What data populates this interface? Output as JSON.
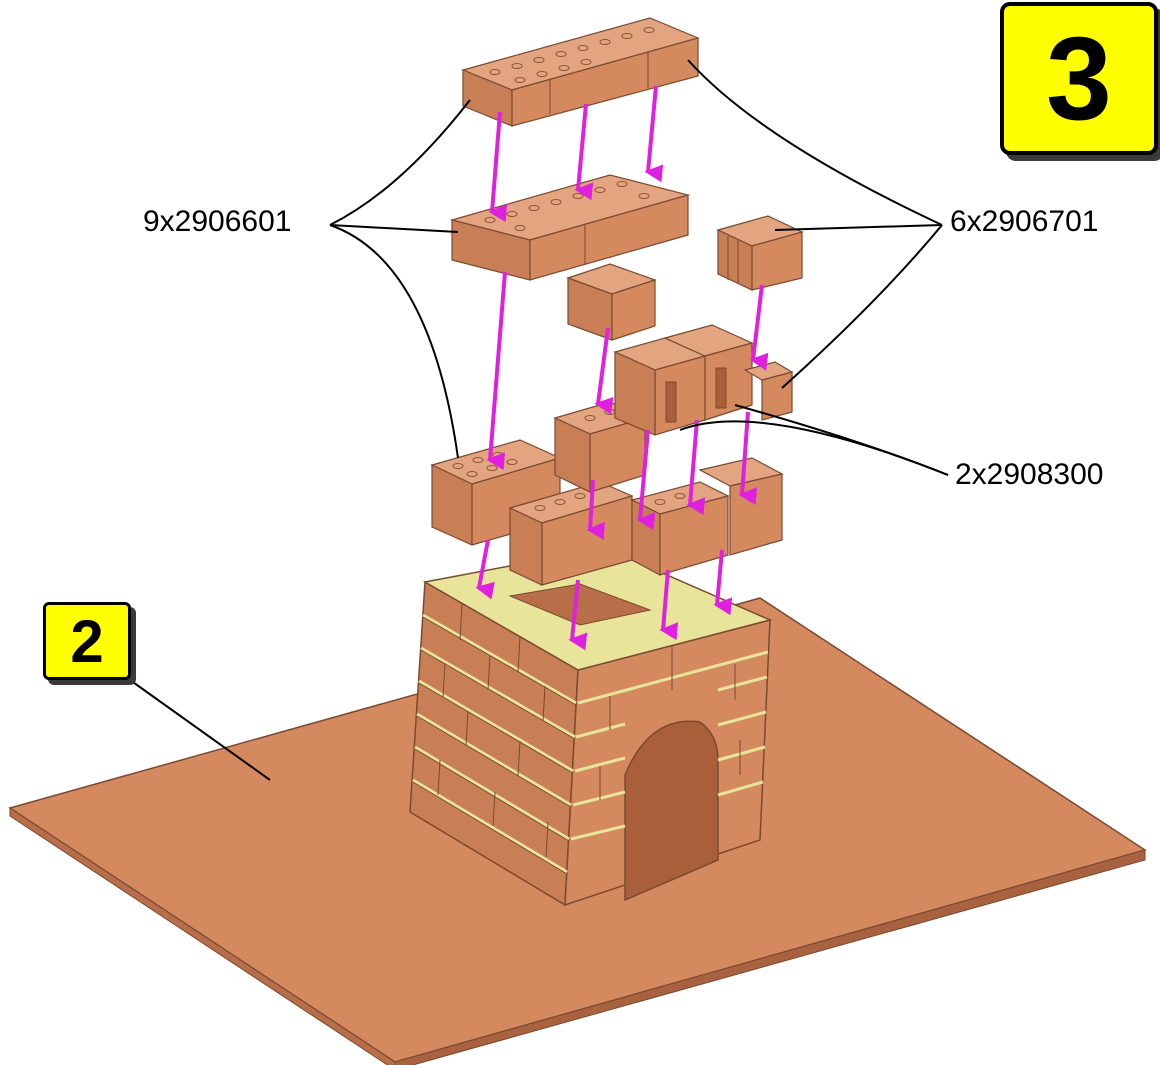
{
  "step_number": "3",
  "substep_number": "2",
  "callouts": {
    "brick_long": "9x2906601",
    "brick_short": "6x2906701",
    "brick_window": "2x2908300"
  },
  "colors": {
    "brick": "#d4895f",
    "brick_dark": "#b86e48",
    "brick_light": "#e3a57f",
    "mortar": "#e8e49a",
    "arrow": "#e020e0",
    "badge": "#ffff00"
  }
}
